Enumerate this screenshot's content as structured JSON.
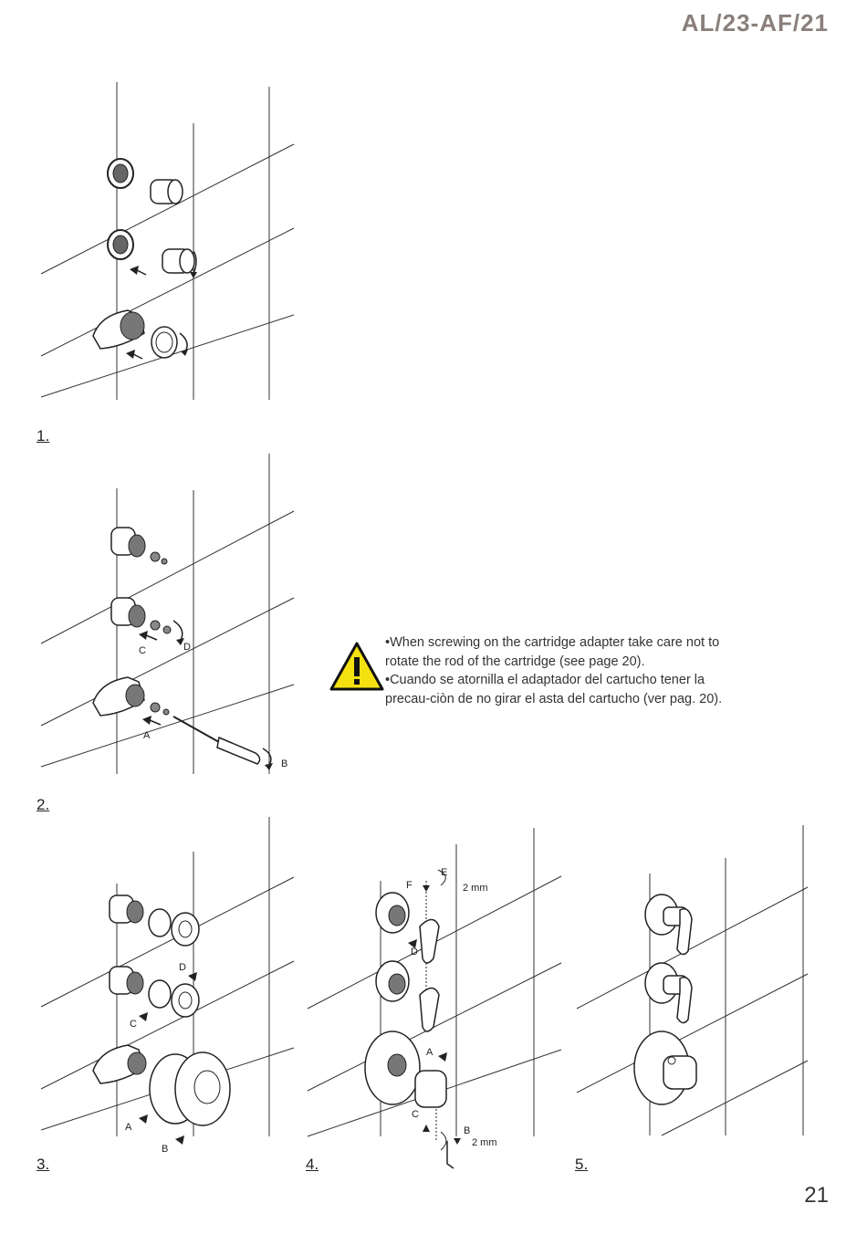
{
  "header": {
    "code": "AL/23-AF/21"
  },
  "steps": [
    {
      "label": "1."
    },
    {
      "label": "2.",
      "callouts": [
        "C",
        "D",
        "A",
        "B"
      ]
    },
    {
      "label": "3.",
      "callouts": [
        "D",
        "C",
        "A",
        "B"
      ]
    },
    {
      "label": "4.",
      "callouts": [
        "E",
        "F",
        "2 mm",
        "D",
        "A",
        "C",
        "B",
        "2 mm"
      ]
    },
    {
      "label": "5."
    }
  ],
  "warning": {
    "icon": "warning-triangle-icon",
    "lines": [
      "•When screwing on the cartridge adapter take care not to",
      "rotate the rod of the cartridge (see page 20).",
      "•Cuando se atornilla el adaptador del cartucho tener la",
      "precau-ciòn de no girar el asta del cartucho (ver pag. 20)."
    ]
  },
  "footer": {
    "page_number": "21"
  },
  "colors": {
    "code": "#8a7f7b",
    "warning_fill": "#f5e10f"
  }
}
